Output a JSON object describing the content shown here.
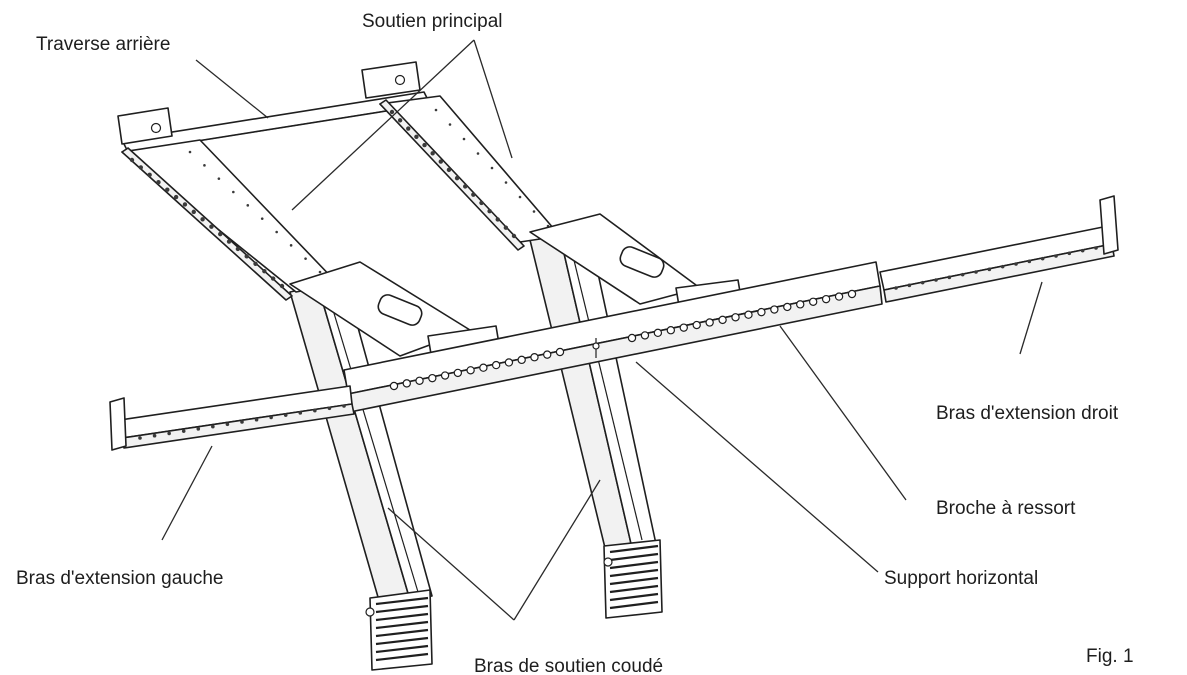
{
  "labels": {
    "traverse_arriere": "Traverse arrière",
    "soutien_principal": "Soutien principal",
    "bras_extension_droit": "Bras d'extension droit",
    "broche_a_ressort": "Broche à ressort",
    "support_horizontal": "Support horizontal",
    "bras_extension_gauche": "Bras d'extension gauche",
    "bras_soutien_coude": "Bras de soutien coudé",
    "figure_number": "Fig. 1"
  },
  "colors": {
    "line": "#1f1f1f",
    "background": "#ffffff"
  }
}
